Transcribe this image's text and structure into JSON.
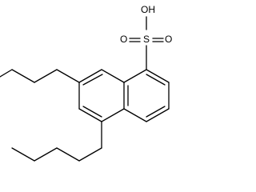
{
  "diagram": {
    "type": "chemical-structure",
    "colors": {
      "bond": "#000000",
      "label": "#000000",
      "background": "#ffffff"
    },
    "labels": {
      "hydroxyl": "OH",
      "sulfur": "S",
      "oxygen_left": "O",
      "oxygen_right": "O"
    }
  }
}
